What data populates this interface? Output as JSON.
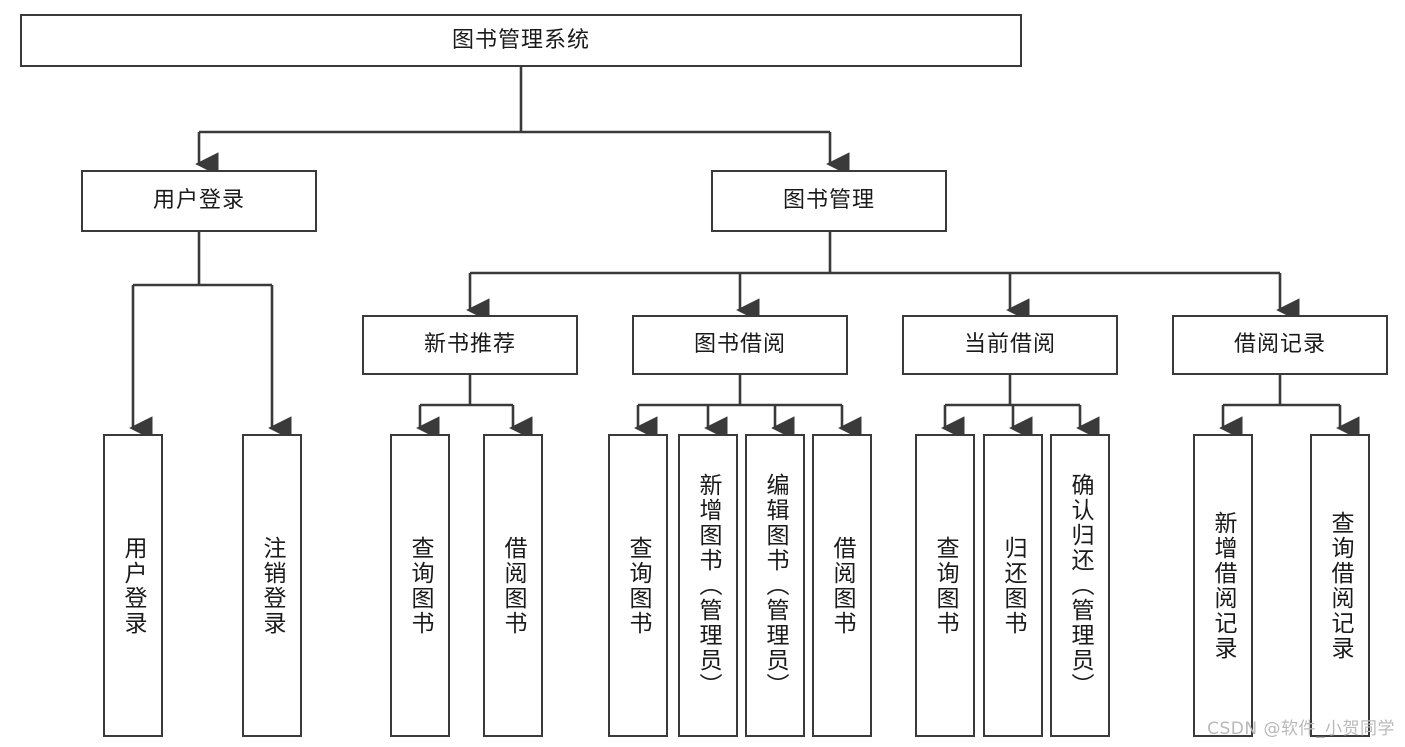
{
  "diagram": {
    "title": "图书管理系统",
    "type": "tree-hierarchy",
    "root": {
      "label": "图书管理系统"
    },
    "level2": [
      {
        "label": "用户登录"
      },
      {
        "label": "图书管理"
      }
    ],
    "level3": [
      {
        "label": "新书推荐"
      },
      {
        "label": "图书借阅"
      },
      {
        "label": "当前借阅"
      },
      {
        "label": "借阅记录"
      }
    ],
    "leaves": [
      {
        "label": "用户登录"
      },
      {
        "label": "注销登录"
      },
      {
        "label": "查询图书"
      },
      {
        "label": "借阅图书"
      },
      {
        "label": "查询图书"
      },
      {
        "label": "新增图书（管理员）"
      },
      {
        "label": "编辑图书（管理员）"
      },
      {
        "label": "借阅图书"
      },
      {
        "label": "查询图书"
      },
      {
        "label": "归还图书"
      },
      {
        "label": "确认归还（管理员）"
      },
      {
        "label": "新增借阅记录"
      },
      {
        "label": "查询借阅记录"
      }
    ],
    "watermark": "CSDN @软件_小贺同学",
    "colors": {
      "stroke": "#3a3a3a",
      "fill": "#ffffff",
      "text": "#1a1a1a",
      "watermark": "#b9b9b9"
    }
  }
}
